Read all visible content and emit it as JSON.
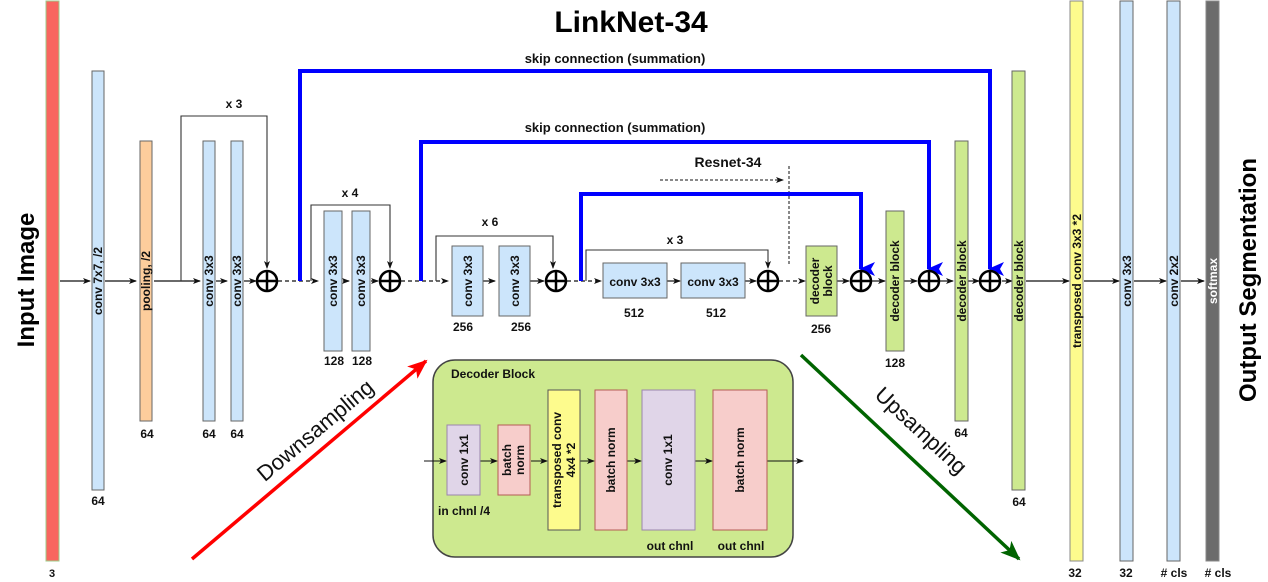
{
  "title": "LinkNet-34",
  "input_label": "Input Image",
  "output_label": "Output Segmentation",
  "skip_outer_label": "skip connection (summation)",
  "skip_inner_label": "skip connection (summation)",
  "resnet_label": "Resnet-34",
  "downsampling_label": "Downsampling",
  "upsampling_label": "Upsampling",
  "colors": {
    "input": "#f8665f",
    "conv": "#cce5fb",
    "pool": "#fdcd9c",
    "decoder": "#cde98f",
    "transposed": "#fdfb8d",
    "softmax": "#6c6c6c",
    "batchnorm": "#f7cdcb",
    "conv1x1": "#e0d5e8",
    "skip": "#0000ff",
    "down_arrow": "#ff0000",
    "up_arrow": "#006400"
  },
  "encoder": {
    "input": {
      "label": "",
      "channels": "3"
    },
    "conv7": {
      "label": "conv 7x7, /2",
      "channels": "64"
    },
    "pool": {
      "label": "pooling, /2",
      "channels": "64"
    },
    "stage1": {
      "repeat": "x 3",
      "convs": [
        "conv 3x3",
        "conv 3x3"
      ],
      "channels": [
        "64",
        "64"
      ]
    },
    "stage2": {
      "repeat": "x 4",
      "convs": [
        "conv 3x3",
        "conv 3x3"
      ],
      "channels": [
        "128",
        "128"
      ]
    },
    "stage3": {
      "repeat": "x 6",
      "convs": [
        "conv 3x3",
        "conv 3x3"
      ],
      "channels": [
        "256",
        "256"
      ]
    },
    "stage4": {
      "repeat": "x 3",
      "convs": [
        "conv 3x3",
        "conv 3x3"
      ],
      "channels": [
        "512",
        "512"
      ]
    }
  },
  "decoder": {
    "blocks": [
      {
        "label": "decoder block",
        "channels": "256"
      },
      {
        "label": "decoder block",
        "channels": "128"
      },
      {
        "label": "decoder block",
        "channels": "64"
      },
      {
        "label": "decoder block",
        "channels": "64"
      }
    ],
    "final": [
      {
        "label": "transposed conv 3x3 *2",
        "channels": "32"
      },
      {
        "label": "conv 3x3",
        "channels": "32"
      },
      {
        "label": "conv 2x2",
        "channels": "# cls"
      },
      {
        "label": "softmax",
        "channels": "# cls"
      }
    ]
  },
  "decoder_block_detail": {
    "title": "Decoder Block",
    "layers": [
      {
        "label": "conv 1x1",
        "note": "in chnl /4"
      },
      {
        "label": "batch norm",
        "note": ""
      },
      {
        "label": "transposed conv 4x4 *2",
        "note": ""
      },
      {
        "label": "batch norm",
        "note": ""
      },
      {
        "label": "conv 1x1",
        "note": "out chnl"
      },
      {
        "label": "batch norm",
        "note": "out chnl"
      }
    ]
  }
}
